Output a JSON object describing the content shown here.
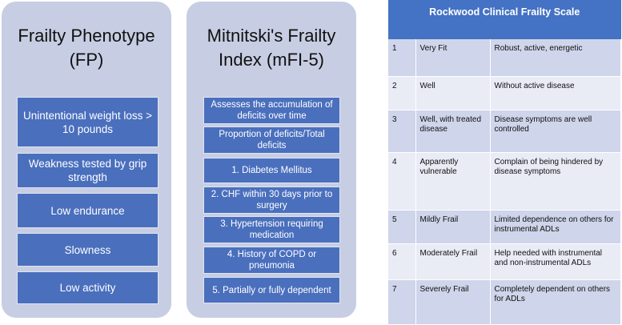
{
  "frailty_phenotype": {
    "title": "Frailty Phenotype (FP)",
    "items": [
      "Unintentional weight loss > 10 pounds",
      "Weakness tested by grip strength",
      "Low endurance",
      "Slowness",
      "Low activity"
    ]
  },
  "mfi5": {
    "title": "Mitnitski's Frailty Index (mFI-5)",
    "items": [
      "Assesses the accumulation of deficits over time",
      "Proportion of deficits/Total deficits",
      "1. Diabetes Mellitus",
      "2. CHF within 30 days prior to surgery",
      "3. Hypertension requiring medication",
      "4. History of COPD or pneumonia",
      "5. Partially or fully dependent"
    ]
  },
  "rockwood": {
    "title": "Rockwood Clinical Frailty Scale",
    "rows": [
      {
        "score": "1",
        "category": "Very Fit",
        "description": "Robust, active, energetic"
      },
      {
        "score": "2",
        "category": "Well",
        "description": "Without active disease"
      },
      {
        "score": "3",
        "category": "Well, with treated disease",
        "description": "Disease symptoms are well controlled"
      },
      {
        "score": "4",
        "category": "Apparently vulnerable",
        "description": "Complain of being hindered by disease symptoms"
      },
      {
        "score": "5",
        "category": "Mildly Frail",
        "description": "Limited dependence on others for instrumental ADLs"
      },
      {
        "score": "6",
        "category": "Moderately Frail",
        "description": "Help needed with instrumental and non-instrumental ADLs"
      },
      {
        "score": "7",
        "category": "Severely Frail",
        "description": "Completely dependent on others for ADLs"
      }
    ]
  },
  "colors": {
    "panel_bg": "#c7cde3",
    "box_bg": "#4a6fbd",
    "table_header": "#4472c4",
    "row_dark": "#cfd5ea",
    "row_light": "#e9ebf5"
  }
}
